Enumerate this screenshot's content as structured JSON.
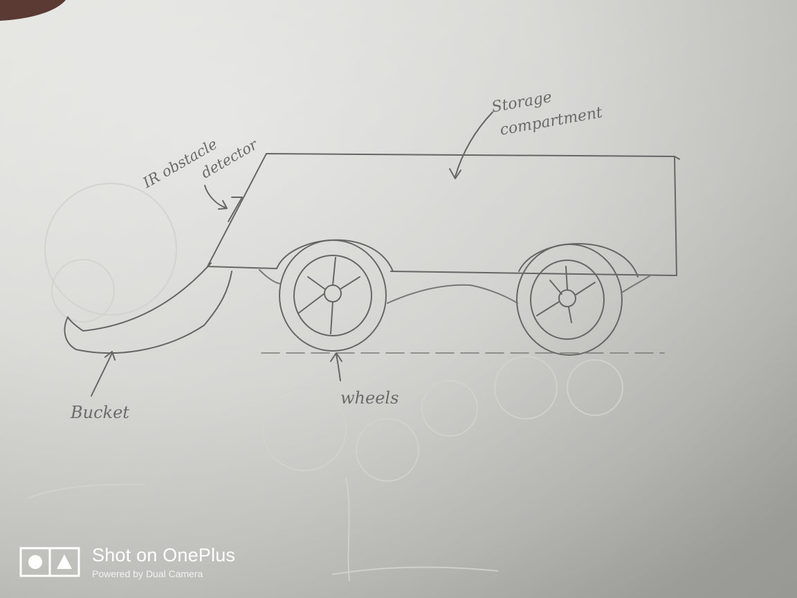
{
  "sketch": {
    "labels": {
      "storage": [
        "Storage",
        "compartment"
      ],
      "ir": [
        "IR obstacle",
        "detector"
      ],
      "bucket": "Bucket",
      "wheels": "wheels"
    }
  },
  "watermark": {
    "title": "Shot on OnePlus",
    "subtitle": "Powered by Dual Camera"
  },
  "colors": {
    "paper_light": "#ececea",
    "paper_shadow": "#bdbdb9",
    "pencil": "#5e5e5e"
  }
}
